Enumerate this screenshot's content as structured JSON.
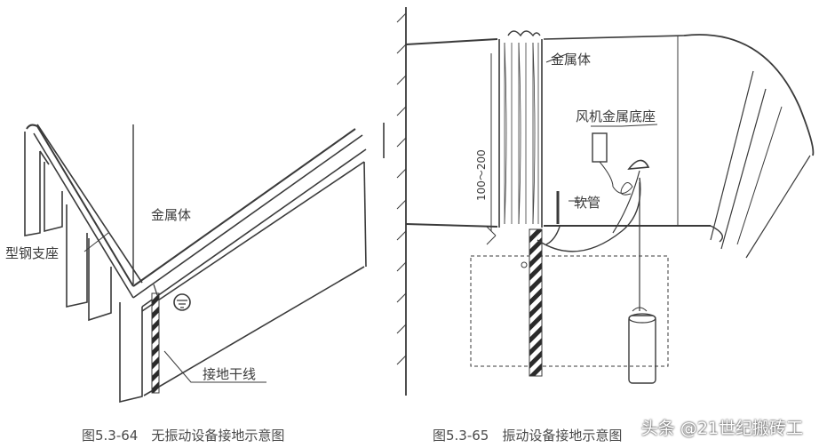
{
  "left_figure": {
    "caption": "图5.3-64　无振动设备接地示意图",
    "labels": {
      "metal_body": "金属体",
      "steel_support": "型钢支座",
      "ground_trunk": "接地干线"
    }
  },
  "right_figure": {
    "caption": "图5.3-65　振动设备接地示意图",
    "labels": {
      "metal_body": "金属体",
      "fan_base": "风机金属底座",
      "hose": "软管",
      "dimension": "100～200"
    }
  },
  "watermark": "头条 @21世纪搬砖工",
  "colors": {
    "line": "#3a3a3a",
    "text": "#3a3a3a",
    "hatch": "#2a2a2a"
  }
}
